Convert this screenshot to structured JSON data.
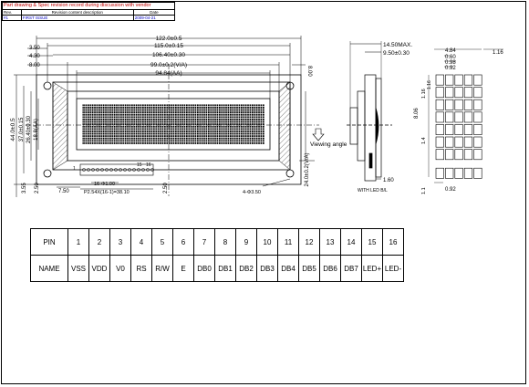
{
  "revision_table": {
    "title": "Part drawing & Spec revision record during discussion with vendor",
    "headers": [
      "Rev.",
      "Revision content description",
      "Date"
    ],
    "rows": [
      [
        "#1",
        "FIRST ISSUE",
        "2009-04-21"
      ]
    ]
  },
  "dimensions": {
    "overall_width": "122.0±0.5",
    "hole_pitch": "115.0±0.15",
    "bezel_width": "106.40±0.30",
    "va_width": "99.0±0.2(V/A)",
    "aa_width": "94.84(AA)",
    "left_3_50": "3.50",
    "left_4_30": "4.30",
    "left_8_00": "8.00",
    "right_8_00": "8.00",
    "overall_height": "44.0±0.5",
    "hole_pitch_v": "37.0±0.15",
    "bezel_height": "26.40±0.30",
    "aa_height": "18.8(AA)",
    "va_height": "24.0±0.2(V/A)",
    "bottom_3_55": "3.55",
    "bottom_2_50": "2.50",
    "bottom_7_50": "7.50",
    "bottom_2_50b": "2.50",
    "pin_dia": "16-Φ1.00",
    "pin_pitch": "P2.54X(16-1)=38.10",
    "hole_dia": "4-Φ3.50",
    "pin_first": "1",
    "pin_last_a": "15",
    "pin_last_b": "16",
    "viewing_angle": "Viewing angle",
    "side_max": "14.50MAX.",
    "side_930": "9.50±0.30",
    "side_160": "1.60",
    "with_led": "WITH LED B/L",
    "dot_484": "4.84",
    "dot_060": "0.60",
    "dot_098": "0.98",
    "dot_092": "0.92",
    "dot_116": "1.16",
    "dot_806": "8.06",
    "dot_116b": "1.16",
    "dot_14": "1.4",
    "dot_11": "1.1",
    "dot_092b": "0.92",
    "dot_116c": "1.16"
  },
  "pin_table": {
    "row_pin_label": "PIN",
    "row_name_label": "NAME",
    "pins": [
      "1",
      "2",
      "3",
      "4",
      "5",
      "6",
      "7",
      "8",
      "9",
      "10",
      "11",
      "12",
      "13",
      "14",
      "15",
      "16"
    ],
    "names": [
      "VSS",
      "VDD",
      "V0",
      "RS",
      "R/W",
      "E",
      "DB0",
      "DB1",
      "DB2",
      "DB3",
      "DB4",
      "DB5",
      "DB6",
      "DB7",
      "LED+",
      "LED-"
    ]
  }
}
